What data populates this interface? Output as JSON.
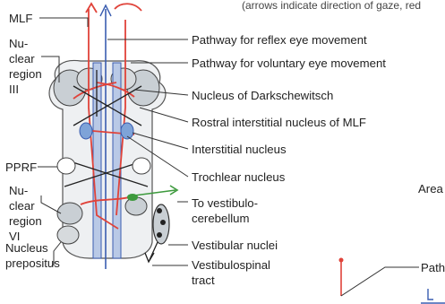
{
  "top_note": "(arrows indicate direction of gaze, red",
  "left_labels": {
    "mlf": "MLF",
    "nuclear_region_iii": [
      "Nu-",
      "clear",
      "region",
      "III"
    ],
    "pprf": "PPRF",
    "nuclear_region_vi": [
      "Nu-",
      "clear",
      "region",
      "VI"
    ],
    "nucleus_prepositus": [
      "Nucleus",
      "prepositus"
    ]
  },
  "right_labels": {
    "reflex": "Pathway for reflex eye movement",
    "voluntary": "Pathway for voluntary eye movement",
    "darkschewitsch": "Nucleus of Darkschewitsch",
    "rostral_interstitial": "Rostral interstitial nucleus of MLF",
    "interstitial": "Interstitial nucleus",
    "trochlear": "Trochlear nucleus",
    "vestibulocerebellum": [
      "To vestibulo-",
      "cerebellum"
    ],
    "vestibular_nuclei": "Vestibular nuclei",
    "vestibulospinal": [
      "Vestibulospinal",
      "tract"
    ]
  },
  "far_right_labels": {
    "area": "Area",
    "path": "Path"
  },
  "colors": {
    "red_pathway": "#e0433a",
    "blue_pathway": "#3a5db0",
    "green_pathway": "#3d9a3d",
    "gray_structure": "#c9cfd4",
    "leader_line": "#333333"
  }
}
